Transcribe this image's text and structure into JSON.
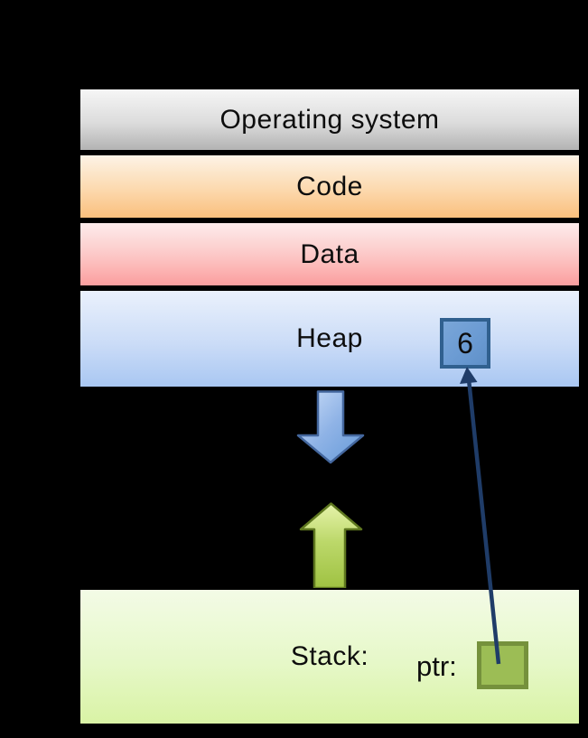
{
  "diagram": {
    "title": "Process memory layout with heap-allocated value referenced by a stack pointer",
    "background_color": "#000000",
    "bands": [
      {
        "id": "operating-system",
        "label": "Operating system",
        "color_top": "#f6f6f6",
        "color_bottom": "#b3b3b3"
      },
      {
        "id": "code",
        "label": "Code",
        "color_top": "#fdf3e6",
        "color_bottom": "#fabf7d"
      },
      {
        "id": "data",
        "label": "Data",
        "color_top": "#fdecec",
        "color_bottom": "#fb9e9e"
      },
      {
        "id": "heap",
        "label": "Heap",
        "color_top": "#eaf1fc",
        "color_bottom": "#a9c7f2"
      },
      {
        "id": "stack",
        "label": "Stack:",
        "color_top": "#f3fbe6",
        "color_bottom": "#d9f3a5"
      }
    ],
    "heap_cell": {
      "value": "6",
      "fill": "#6b9bd3",
      "border": "#30608f"
    },
    "pointer": {
      "label": "ptr:",
      "box_fill": "#9cbd55",
      "box_border": "#75913c",
      "arrow_color": "#1f3c68"
    },
    "growth_arrows": {
      "heap_down": {
        "fill_light": "#ccdef8",
        "fill_dark": "#659ad9",
        "stroke": "#44679e"
      },
      "stack_up": {
        "fill_light": "#dceda0",
        "fill_dark": "#9fc242",
        "stroke": "#5e771f"
      }
    }
  }
}
